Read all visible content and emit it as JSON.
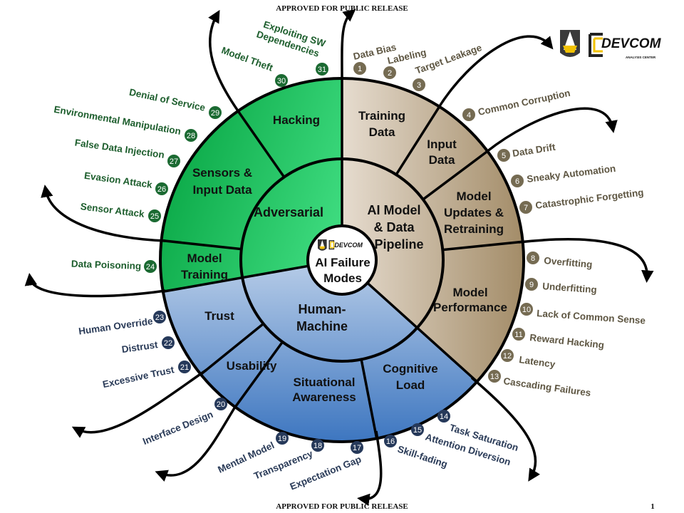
{
  "header": {
    "top_notice": "APPROVED FOR PUBLIC RELEASE",
    "bottom_notice": "APPROVED FOR PUBLIC RELEASE",
    "page_number": "1"
  },
  "logo": {
    "text": "DEVCOM",
    "subtext": "ANALYSIS CENTER"
  },
  "center": {
    "title_line1": "AI Failure",
    "title_line2": "Modes"
  },
  "colors": {
    "adversarial": "#12b84f",
    "human_machine": "#6f98d0",
    "pipeline": "#c4b297",
    "tan_badge": "#756b52",
    "green_badge": "#1b6a32",
    "blue_badge": "#26395a"
  },
  "categories": {
    "adversarial": {
      "name": "Adversarial",
      "subs": {
        "hacking": "Hacking",
        "sensors_1": "Sensors &",
        "sensors_2": "Input Data",
        "training_1": "Model",
        "training_2": "Training"
      }
    },
    "human_machine": {
      "name_1": "Human-",
      "name_2": "Machine",
      "subs": {
        "trust": "Trust",
        "usability": "Usability",
        "sa_1": "Situational",
        "sa_2": "Awareness",
        "cog_1": "Cognitive",
        "cog_2": "Load"
      }
    },
    "pipeline": {
      "name_1": "AI Model",
      "name_2": "& Data",
      "name_3": "Pipeline",
      "subs": {
        "td_1": "Training",
        "td_2": "Data",
        "id_1": "Input",
        "id_2": "Data",
        "mu_1": "Model",
        "mu_2": "Updates &",
        "mu_3": "Retraining",
        "mp_1": "Model",
        "mp_2": "Performance"
      }
    }
  },
  "failure_modes": [
    {
      "n": "1",
      "label": "Data Bias"
    },
    {
      "n": "2",
      "label": "Labeling"
    },
    {
      "n": "3",
      "label": "Target Leakage"
    },
    {
      "n": "4",
      "label": "Common Corruption"
    },
    {
      "n": "5",
      "label": "Data Drift"
    },
    {
      "n": "6",
      "label": "Sneaky Automation"
    },
    {
      "n": "7",
      "label": "Catastrophic Forgetting"
    },
    {
      "n": "8",
      "label": "Overfitting"
    },
    {
      "n": "9",
      "label": "Underfitting"
    },
    {
      "n": "10",
      "label": "Lack of Common Sense"
    },
    {
      "n": "11",
      "label": "Reward Hacking"
    },
    {
      "n": "12",
      "label": "Latency"
    },
    {
      "n": "13",
      "label": "Cascading Failures"
    },
    {
      "n": "14",
      "label": "Task Saturation"
    },
    {
      "n": "15",
      "label": "Attention Diversion"
    },
    {
      "n": "16",
      "label": "Skill-fading"
    },
    {
      "n": "17",
      "label": "Expectation Gap"
    },
    {
      "n": "18",
      "label": "Transparency"
    },
    {
      "n": "19",
      "label": "Mental Model"
    },
    {
      "n": "20",
      "label": "Interface Design"
    },
    {
      "n": "21",
      "label": "Excessive Trust"
    },
    {
      "n": "22",
      "label": "Distrust"
    },
    {
      "n": "23",
      "label": "Human Override"
    },
    {
      "n": "24",
      "label": "Data Poisoning"
    },
    {
      "n": "25",
      "label": "Sensor Attack"
    },
    {
      "n": "26",
      "label": "Evasion Attack"
    },
    {
      "n": "27",
      "label": "False Data Injection"
    },
    {
      "n": "28",
      "label": "Environmental Manipulation"
    },
    {
      "n": "29",
      "label": "Denial of Service"
    },
    {
      "n": "30",
      "label": "Model Theft"
    },
    {
      "n": "31",
      "label": "Exploiting SW",
      "label_2": "Dependencies"
    }
  ]
}
